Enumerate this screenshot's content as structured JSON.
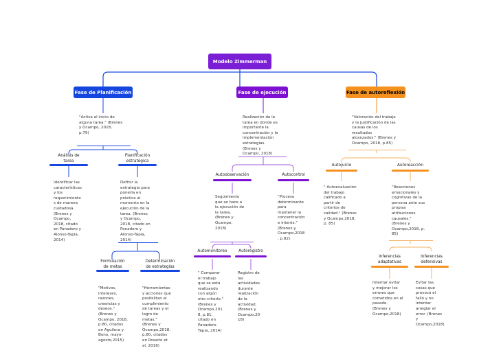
{
  "root": {
    "label": "Modelo Zimmerman"
  },
  "phases": {
    "planning": {
      "label": "Fase de Planificación",
      "desc": "\"Activa al inicio de\nalguna tarea.\" (Brenes\ny Ocampo, 2018,\np.79)",
      "task_analysis": {
        "label": "Análisis de\ntarea",
        "desc": "Identificar las\ncaracterísticas\ny los\nrequerimiento\ns de manera\ncuidadosa.\n(Brenes y\nOcampo,\n2018, citado\nen Panadero y\nAlonso-Tapia,\n2014)"
      },
      "strategic_planning": {
        "label": "Planificación\nestratégica",
        "desc": "Definir la\nestrategia para\nponerla en\npráctica al\nmomento en la\nejecución de la\ntarea. (Brenes\ny Ocampo,\n2018, citado en\nPanadero y\nAlonso-Tapia,\n2014)",
        "goals": {
          "label": "Formulación\nde metas",
          "desc": "\"Motivos,\nintereses,\nrazones,\ncreencias y\ndeseos.\"\n(Brenes y\nOcampo, 2018,\np.80, citados\nen Aguilera y\nBono, mayo-\nagosto,2015)"
        },
        "strategies": {
          "label": "Determinación\nde estrategias",
          "desc": "\"Herramientas\ny acciones que\nposibilitan el\ncumplimiento\nde tareas y el\nlogro de\nmetas.\"\n(Brenes y\nOcampo,2018,\np.80, citados\nen Rosario et\nal, 2016)"
        }
      }
    },
    "execution": {
      "label": "Fase de ejecución",
      "desc": "Realización de la\ntarea en donde es\nimportante la\nconcentración y la\nimplementación\nestrategias.\n(Brenes y\nOcampo, 2018)",
      "self_observation": {
        "label": "Autoobservación",
        "desc": "Seguimiento\nque se hace a\nla ejecución de\nla tarea.\n(Brenes y\nOcampo,\n2018)",
        "self_monitoring": {
          "label": "Automonitoreo",
          "desc": "\" Comparar\nel trabajo\nque se está\nrealizando\ncon algún\notro criterio.\"\n(Brenes y\nOcampo,201\n8, p.81,\ncitado en\nPanadero-\nTapia, 2014)"
        },
        "self_recording": {
          "label": "Autoregistro",
          "desc": "Registro de\nlas\nactividades\ndurante\nrealización\nde la\nactividad.\n(Brenes y\nOcampo,20\n18)"
        }
      },
      "self_control": {
        "label": "Autocontrol",
        "desc": "\"Proceso\ndeterminante\npara\nmantener la\nconcentración\ne interés.\"\n(Brenes y\nOcampo,2018\n, p.82)"
      }
    },
    "reflection": {
      "label": "Fase de autoreflexión",
      "desc": "\"Valoración del trabajo\ny la justificación de las\ncausas de los\nresultados\nalcanzados.\" (Brenes y\nOcampo, 2018, p.85)",
      "self_judgment": {
        "label": "Autojuicio",
        "desc": "\" Autoevaluación\ndel trabajo\ncalificado a\npartir de\ncriterios de\ncalidad.\" (Brenes\ny Ocampo,2018,\np. 85)"
      },
      "self_reaction": {
        "label": "Autoreacción",
        "desc": "\"Reacciones\nemocionales y\ncognitivas de la\npersona ante sus\npropias\natribuciones\ncausales.\"\n(Brenes y\nOcampo,2018, p.\n85)",
        "adaptive": {
          "label": "Inferencias\nadaptativas",
          "desc": "Intentar evitar\ny mejorar los\nerrores que\ncometidos en el\npasado.\n(Brenes y\nOcampo,2018)"
        },
        "defensive": {
          "label": "Inferencias\ndefensivas",
          "desc": "Evitar las\ncosas que\nprovocó el\nfalló y no\nintentar\narreglar el\nerror. (Brenes\ny\nOcampo,2018)"
        }
      }
    }
  },
  "colors": {
    "root": "#7b1fd6",
    "planning": "#1646e0",
    "execution": "#7d10d3",
    "reflection": "#f5911e"
  }
}
